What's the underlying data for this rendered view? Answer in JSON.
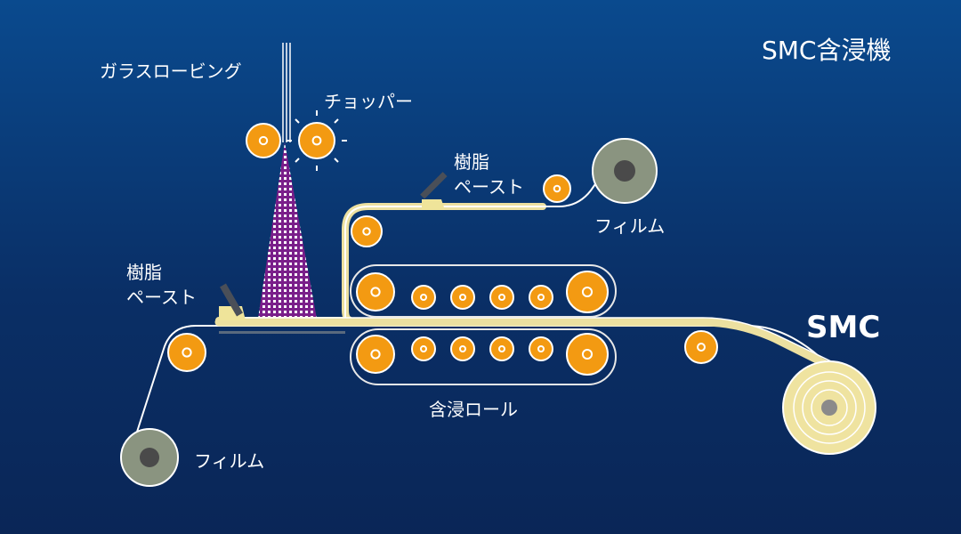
{
  "title": "SMC含浸機",
  "labels": {
    "glass_roving": "ガラスロービング",
    "chopper": "チョッパー",
    "resin_paste_top_line1": "樹脂",
    "resin_paste_top_line2": "ペースト",
    "resin_paste_left_line1": "樹脂",
    "resin_paste_left_line2": "ペースト",
    "film_top": "フィルム",
    "film_bottom": "フィルム",
    "impregnation_rolls": "含浸ロール",
    "smc": "SMC"
  },
  "colors": {
    "background_top": "#0a4a8e",
    "background_bottom": "#0a2657",
    "roller_orange": "#f39a12",
    "film_line": "#ffffff",
    "paste_yellow": "#f0e6a0",
    "belt_outline": "#e8e8e8",
    "fiber_purple": "#7a1f8a",
    "reel_grey": "#8a9480",
    "smc_roll": "#efe3a0"
  },
  "icons": {
    "roller": "orange-roller-icon",
    "chopper": "spiked-chopper-icon",
    "film_reel": "film-reel-icon",
    "doctor_blade": "paste-blade-icon",
    "smc_roll": "smc-coil-icon"
  }
}
